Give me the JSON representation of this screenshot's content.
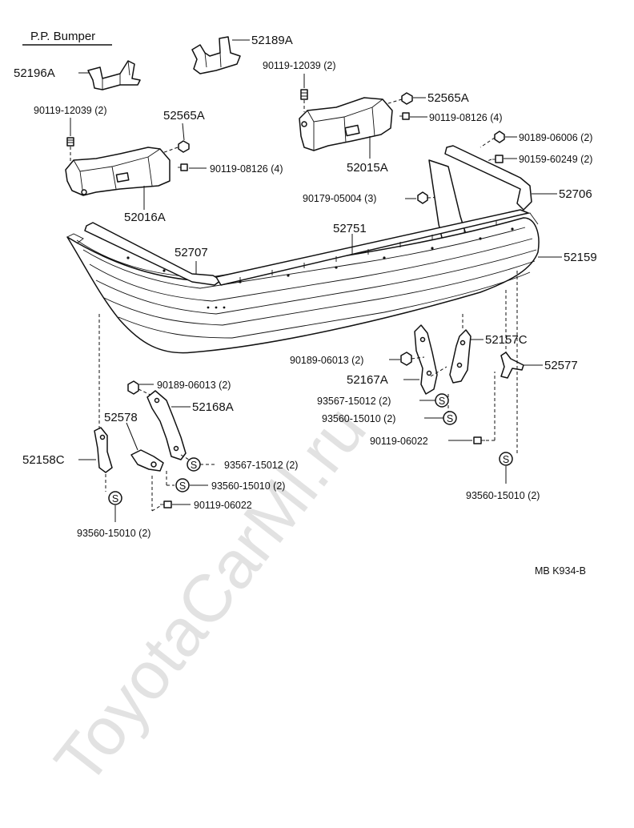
{
  "title": "P.P. Bumper",
  "figure_code": "MB K934-B",
  "watermark": "ToyotaCarMl.ru",
  "stamp_letter": "S",
  "labels": {
    "l_52189A": "52189A",
    "l_52196A": "52196A",
    "l_90119_12039_a": "90119-12039 (2)",
    "l_52565A_a": "52565A",
    "l_90119_08126_a": "90119-08126 (4)",
    "l_52016A": "52016A",
    "l_90119_12039_b": "90119-12039 (2)",
    "l_52565A_b": "52565A",
    "l_90119_08126_b": "90119-08126 (4)",
    "l_52015A": "52015A",
    "l_90189_06006": "90189-06006 (2)",
    "l_90159_60249": "90159-60249 (2)",
    "l_90179_05004": "90179-05004 (3)",
    "l_52706": "52706",
    "l_52751": "52751",
    "l_52707": "52707",
    "l_52159": "52159",
    "l_52157C": "52157C",
    "l_90189_06013_a": "90189-06013 (2)",
    "l_52167A": "52167A",
    "l_52577": "52577",
    "l_93567_15012_a": "93567-15012 (2)",
    "l_93560_15010_a": "93560-15010 (2)",
    "l_90119_06022_a": "90119-06022",
    "l_93560_15010_b": "93560-15010 (2)",
    "l_90189_06013_b": "90189-06013 (2)",
    "l_52168A": "52168A",
    "l_52578": "52578",
    "l_52158C": "52158C",
    "l_93567_15012_b": "93567-15012 (2)",
    "l_93560_15010_c": "93560-15010 (2)",
    "l_90119_06022_b": "90119-06022",
    "l_93560_15010_d": "93560-15010 (2)"
  }
}
